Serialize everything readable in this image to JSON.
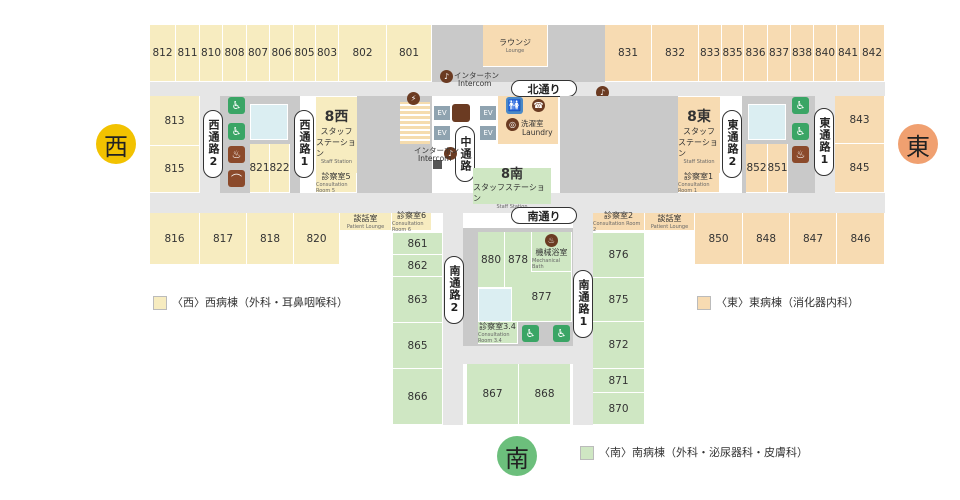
{
  "colors": {
    "west": "#f7ecc0",
    "east": "#f7dbb2",
    "south": "#cfe7c3",
    "compass_west": "#f2c200",
    "compass_east": "#f0a070",
    "compass_south": "#6cbf7c"
  },
  "compass": {
    "west": "西",
    "east": "東",
    "south": "南"
  },
  "streets": {
    "north": "北通り",
    "south": "南通り",
    "center": "中通路",
    "west1": "西通路1",
    "west2": "西通路2",
    "east1": "東通路1",
    "east2": "東通路2",
    "south1": "南通路1",
    "south2": "南通路2"
  },
  "rooms_top_west": [
    "812",
    "811",
    "810",
    "808",
    "807",
    "806",
    "805",
    "803",
    "802",
    "801"
  ],
  "rooms_top_east": [
    "831",
    "832",
    "833",
    "835",
    "836",
    "837",
    "838",
    "840",
    "841",
    "842"
  ],
  "rooms_west": [
    "813",
    "815",
    "821",
    "822"
  ],
  "rooms_east": [
    "843",
    "845",
    "852",
    "851"
  ],
  "rooms_bottom_west": [
    "816",
    "817",
    "818",
    "820"
  ],
  "rooms_bottom_east": [
    "850",
    "848",
    "847",
    "846"
  ],
  "rooms_south_left": [
    "861",
    "862",
    "863",
    "865",
    "866"
  ],
  "rooms_south_right": [
    "876",
    "875",
    "872",
    "871",
    "870"
  ],
  "rooms_south_mid": [
    "880",
    "878",
    "877",
    "867",
    "868"
  ],
  "lounge": {
    "jp": "ラウンジ",
    "en": "Lounge"
  },
  "intercom": {
    "jp": "インターホン",
    "en": "Intercom"
  },
  "laundry": {
    "jp": "洗濯室",
    "en": "Laundry"
  },
  "bath": {
    "jp": "機械浴室",
    "en": "Mechanical Bath"
  },
  "ev": "EV",
  "staff_west": {
    "num": "8西",
    "jp1": "スタッフ",
    "jp2": "ステーション",
    "en": "Staff Station"
  },
  "staff_east": {
    "num": "8東",
    "jp1": "スタッフ",
    "jp2": "ステーション",
    "en": "Staff Station"
  },
  "staff_south": {
    "num": "8南",
    "jp": "スタッフステーション",
    "en": "Staff Station"
  },
  "consult": {
    "r1": {
      "jp": "診察室1",
      "en": "Consultation Room 1"
    },
    "r2": {
      "jp": "診察室2",
      "en": "Consultation Room 2"
    },
    "r34": {
      "jp": "診察室3.4",
      "en": "Consultation Room 3.4"
    },
    "r5": {
      "jp": "診察室5",
      "en": "Consultation Room 5"
    },
    "r6": {
      "jp": "診察室6",
      "en": "Consultation Room 6"
    }
  },
  "patient_lounge": {
    "jp": "談話室",
    "en": "Patient Lounge"
  },
  "legend": {
    "west": "〈西〉西病棟（外科・耳鼻咽喉科）",
    "east": "〈東〉東病棟（消化器内科）",
    "south": "〈南〉南病棟（外科・泌尿器科・皮膚科）"
  }
}
